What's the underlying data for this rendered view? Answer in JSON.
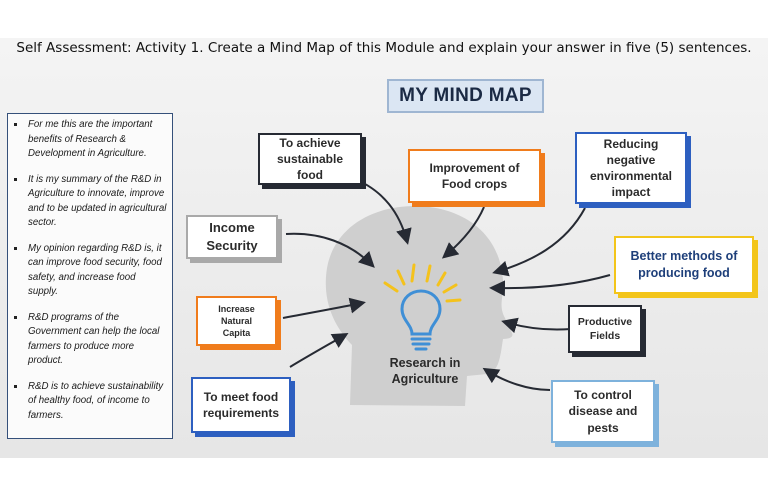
{
  "instruction": "Self Assessment: Activity 1. Create a Mind Map of this Module and explain your answer in five (5) sentences.",
  "title": "MY MIND MAP",
  "notes": [
    "For me this are the important benefits of Research & Development in Agriculture.",
    "It is my summary of the R&D in Agriculture to innovate, improve and to be updated in agricultural sector.",
    "My opinion regarding  R&D is, it can improve food security, food safety, and increase food supply.",
    "R&D programs of the Government can help the local farmers to produce more product.",
    "R&D is to achieve sustainability of healthy food, of income to farmers."
  ],
  "center": "Research in Agriculture",
  "nodes": {
    "sustainable_food": "To achieve sustainable food",
    "food_crops": "Improvement of Food crops",
    "environmental": "Reducing negative environmental impact",
    "income_security": "Income Security",
    "better_methods": "Better methods of producing food",
    "natural_capita": "Increase Natural Capita",
    "productive_fields": "Productive Fields",
    "food_requirements": "To meet food requirements",
    "disease_pests": "To control disease and pests"
  },
  "colors": {
    "dark": "#262a33",
    "orange": "#f07c1c",
    "blue": "#2d5fc0",
    "grey": "#a9a9a9",
    "yellow": "#f3c51a",
    "lightblue": "#7eb2dc",
    "head": "#cfcfcf",
    "bulb": "#3f8fd6",
    "rays": "#f4c21c"
  }
}
